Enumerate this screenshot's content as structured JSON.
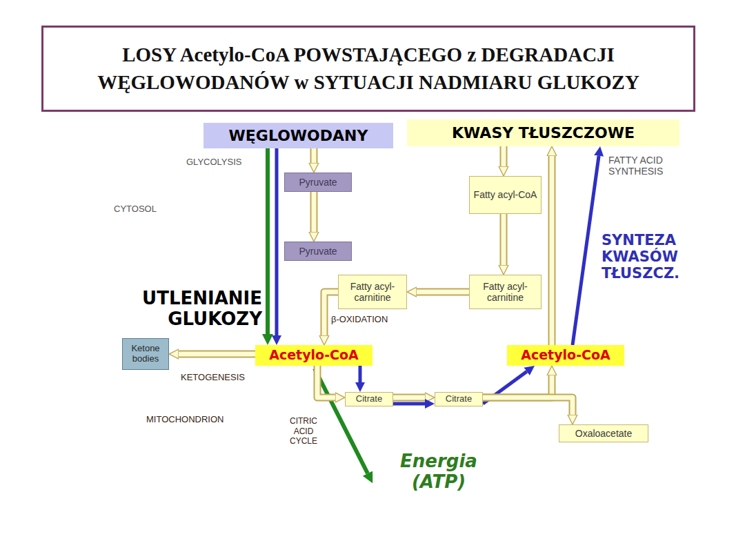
{
  "diagram": {
    "title": "LOSY Acetylo-CoA POWSTAJĄCEGO z DEGRADACJI WĘGLOWODANÓW w SYTUACJI NADMIARU GLUKOZY",
    "nodes": [
      {
        "text": [
          "WĘGLOWODANY"
        ]
      },
      {
        "text": [
          "KWASY TŁUSZCZOWE"
        ]
      },
      {
        "text": [
          "Pyruvate"
        ]
      },
      {
        "text": [
          "Fatty acyl-CoA"
        ]
      },
      {
        "text": [
          "MITOCHONDRION"
        ]
      },
      {
        "text": [
          "Pyruvate"
        ],
        "in": 4
      },
      {
        "text": [
          "Fatty acyl-carnitine"
        ],
        "in": 4
      },
      {
        "text": [
          "Ketone bodies"
        ],
        "in": 4
      },
      {
        "text": [
          "Acetylo-CoA"
        ],
        "in": 4
      },
      {
        "text": [
          "Citrate"
        ],
        "in": 4
      },
      {
        "text": [
          "CITRIC ACID CYCLE"
        ],
        "in": 4
      },
      {
        "text": [
          "Fatty acyl-carnitine"
        ]
      },
      {
        "text": [
          "Acetylo-CoA"
        ]
      },
      {
        "text": [
          "Citrate"
        ]
      },
      {
        "text": [
          "Oxaloacetate"
        ]
      }
    ],
    "edges": [
      {
        "from": 0,
        "to": 2,
        "arrow": "to"
      },
      {
        "from": 2,
        "to": 5,
        "arrow": "to"
      },
      {
        "from": 0,
        "to": 8,
        "arrow": "to"
      },
      {
        "from": 0,
        "to": 8,
        "arrow": "to"
      },
      {
        "from": 1,
        "to": 3,
        "arrow": "to"
      },
      {
        "from": 3,
        "to": 11,
        "arrow": "to"
      },
      {
        "from": 11,
        "to": 6,
        "arrow": "to"
      },
      {
        "from": 6,
        "to": 8,
        "arrow": "to"
      },
      {
        "from": 8,
        "to": 7,
        "arrow": "to"
      },
      {
        "from": 8,
        "to": 9,
        "arrow": "to"
      },
      {
        "from": 8,
        "to": 9,
        "arrow": "to"
      },
      {
        "from": 9,
        "to": 13,
        "arrow": "to"
      },
      {
        "from": 9,
        "to": 13,
        "arrow": "to"
      },
      {
        "from": 13,
        "to": 12,
        "arrow": "to"
      },
      {
        "from": 13,
        "to": 12,
        "arrow": "to"
      },
      {
        "from": 13,
        "to": 14,
        "arrow": "to"
      },
      {
        "from": 12,
        "to": 1,
        "arrow": "to"
      },
      {
        "from": 12,
        "to": 1,
        "arrow": "to"
      }
    ],
    "labels": [
      "GLYCOLYSIS",
      "CYTOSOL",
      "FATTY ACID SYNTHESIS",
      "UTLENIANIE GLUKOZY",
      "β-OXIDATION",
      "KETOGENESIS",
      "SYNTEZA KWASÓW TŁUSZCZ.",
      "Energia (ATP)"
    ]
  }
}
